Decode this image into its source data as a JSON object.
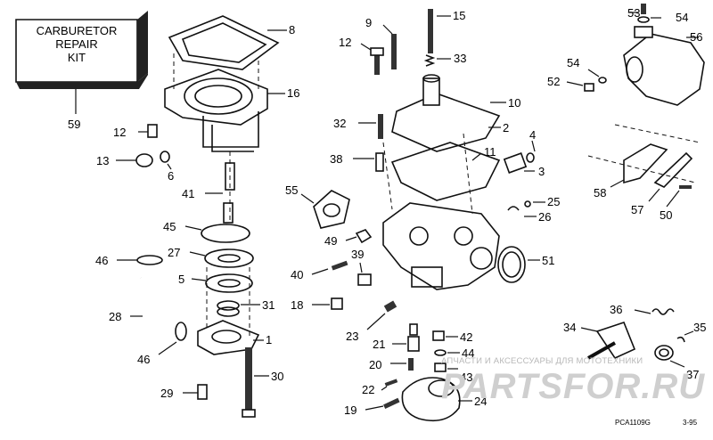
{
  "kit": {
    "line1": "CARBURETOR",
    "line2": "REPAIR",
    "line3": "KIT",
    "number": "59"
  },
  "callouts": {
    "c1": "1",
    "c2": "2",
    "c3": "3",
    "c4": "4",
    "c5": "5",
    "c6": "6",
    "c8": "8",
    "c9": "9",
    "c10": "10",
    "c11": "11",
    "c12a": "12",
    "c12b": "12",
    "c13": "13",
    "c15": "15",
    "c16": "16",
    "c18": "18",
    "c19": "19",
    "c20": "20",
    "c21": "21",
    "c22": "22",
    "c23": "23",
    "c24": "24",
    "c25": "25",
    "c26": "26",
    "c27": "27",
    "c28": "28",
    "c29": "29",
    "c30": "30",
    "c31": "31",
    "c32": "32",
    "c33": "33",
    "c34": "34",
    "c35": "35",
    "c36": "36",
    "c37": "37",
    "c38": "38",
    "c39": "39",
    "c40": "40",
    "c41": "41",
    "c42": "42",
    "c43": "43",
    "c44": "44",
    "c45": "45",
    "c46a": "46",
    "c46b": "46",
    "c49": "49",
    "c50": "50",
    "c51": "51",
    "c52": "52",
    "c53": "53",
    "c54a": "54",
    "c54b": "54",
    "c55": "55",
    "c56": "56",
    "c57": "57",
    "c58": "58"
  },
  "watermark": {
    "small": "АПЧАСТИ И АКСЕССУАРЫ ДЛЯ МОТОТЕХНИКИ",
    "large": "PARTSFOR.RU"
  },
  "diagram_code": {
    "id": "PCA1109G",
    "date": "3-95"
  }
}
